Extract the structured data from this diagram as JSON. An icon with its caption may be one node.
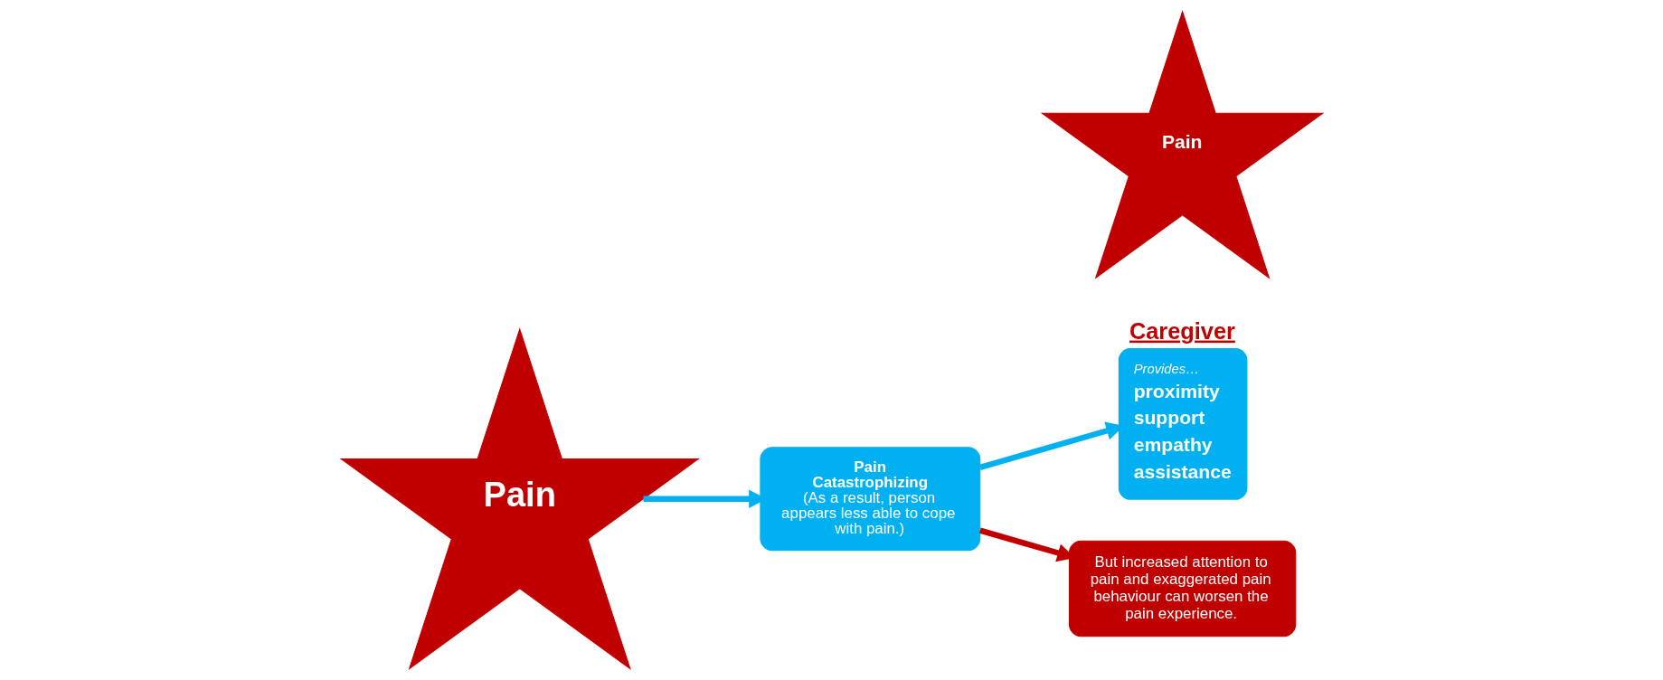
{
  "diagram": {
    "nodes": [
      {
        "text": [
          "Pain"
        ]
      },
      {
        "text": [
          "Pain Catastrophizing",
          "(As a result, person appears less able to cope with pain.)"
        ]
      },
      {
        "text": [
          "Caregiver",
          "Provides…",
          "proximity",
          "support",
          "empathy",
          "assistance"
        ]
      },
      {
        "text": [
          "Pain"
        ]
      },
      {
        "text": [
          "But increased attention to pain and exaggerated pain behaviour can worsen the pain experience."
        ]
      }
    ],
    "edges": [
      {
        "from": 0,
        "to": 1,
        "arrow": "to"
      },
      {
        "from": 1,
        "to": 2,
        "arrow": "to"
      },
      {
        "from": 1,
        "to": 4,
        "arrow": "to",
        "color": "#c00000"
      }
    ]
  }
}
